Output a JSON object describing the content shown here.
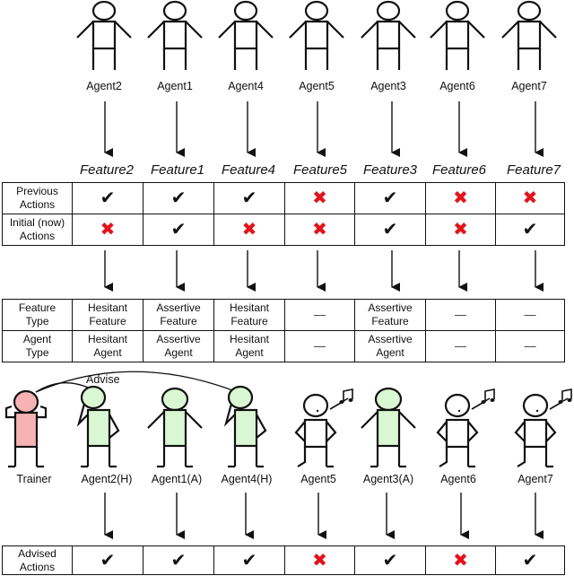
{
  "top_agents": {
    "labels": [
      "Agent2",
      "Agent1",
      "Agent4",
      "Agent5",
      "Agent3",
      "Agent6",
      "Agent7"
    ]
  },
  "features": {
    "labels": [
      "Feature2",
      "Feature1",
      "Feature4",
      "Feature5",
      "Feature3",
      "Feature6",
      "Feature7"
    ]
  },
  "actions_table": {
    "row_labels": [
      "Previous\nActions",
      "Initial (now)\nActions"
    ],
    "row1_label_line1": "Previous",
    "row1_label_line2": "Actions",
    "row2_label_line1": "Initial (now)",
    "row2_label_line2": "Actions",
    "previous": [
      "check",
      "check",
      "check",
      "cross",
      "check",
      "cross",
      "cross"
    ],
    "initial": [
      "cross",
      "check",
      "cross",
      "cross",
      "check",
      "cross",
      "check"
    ]
  },
  "type_table": {
    "row1_label_line1": "Feature",
    "row1_label_line2": "Type",
    "row2_label_line1": "Agent",
    "row2_label_line2": "Type",
    "feature_type": [
      [
        "Hesitant",
        "Feature"
      ],
      [
        "Assertive",
        "Feature"
      ],
      [
        "Hesitant",
        "Feature"
      ],
      [
        "—",
        ""
      ],
      [
        "Assertive",
        "Feature"
      ],
      [
        "—",
        ""
      ],
      [
        "—",
        ""
      ]
    ],
    "agent_type": [
      [
        "Hesitant",
        "Agent"
      ],
      [
        "Assertive",
        "Agent"
      ],
      [
        "Hesitant",
        "Agent"
      ],
      [
        "—",
        ""
      ],
      [
        "Assertive",
        "Agent"
      ],
      [
        "—",
        ""
      ],
      [
        "—",
        ""
      ]
    ]
  },
  "bottom_agents": {
    "trainer_label": "Trainer",
    "advise_label": "Advise",
    "labels": [
      "Agent2(H)",
      "Agent1(A)",
      "Agent4(H)",
      "Agent5",
      "Agent3(A)",
      "Agent6",
      "Agent7"
    ]
  },
  "advised_table": {
    "row_label_line1": "Advised",
    "row_label_line2": "Actions",
    "advised": [
      "check",
      "check",
      "check",
      "cross",
      "check",
      "cross",
      "check"
    ]
  },
  "symbols": {
    "check": "✔",
    "cross": "✖",
    "dash": "—"
  },
  "colors": {
    "trainer_fill": "#f7b3b3",
    "advised_agent_fill": "#d9f7d2",
    "cross": "#e3131b",
    "line": "#111111"
  }
}
